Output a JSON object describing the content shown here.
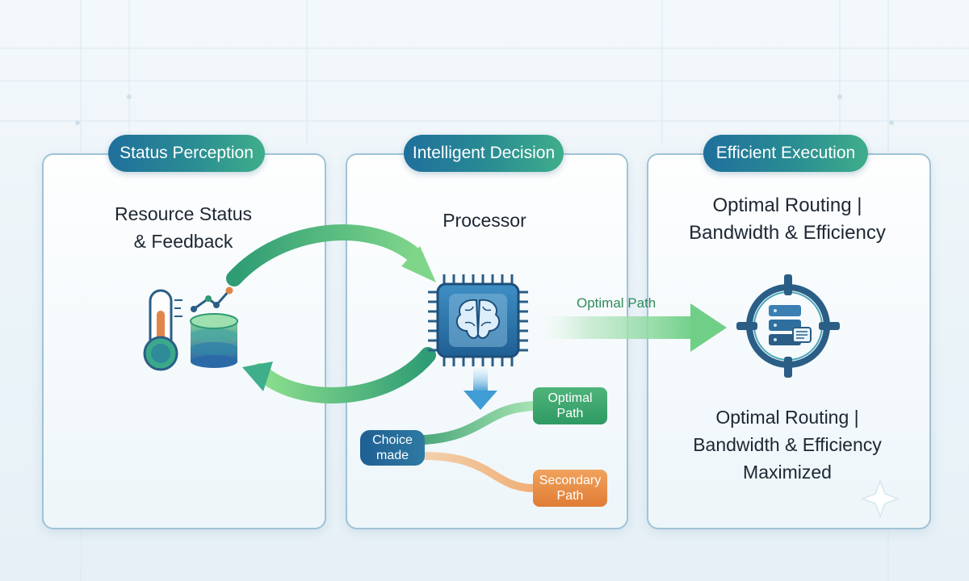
{
  "panels": [
    {
      "label": "Status Perception",
      "title_lines": [
        "Resource Status",
        "& Feedback"
      ]
    },
    {
      "label": "Intelligent Decision",
      "title": "Processor",
      "optimal_path_label": "Optimal Path",
      "choice_lines": [
        "Choice",
        "made"
      ],
      "optimal_chip_lines": [
        "Optimal",
        "Path"
      ],
      "secondary_chip_lines": [
        "Secondary",
        "Path"
      ]
    },
    {
      "label": "Efficient Execution",
      "title_lines": [
        "Optimal Routing |",
        "Bandwidth & Efficiency"
      ],
      "summary_lines": [
        "Optimal Routing |",
        "Bandwidth & Efficiency",
        "Maximized"
      ]
    }
  ],
  "icons": [
    "thermometer-icon",
    "line-chart-icon",
    "database-icon",
    "brain-chip-icon",
    "target-server-icon",
    "sparkle-icon"
  ],
  "colors": {
    "teal_blue": "#1f6f9c",
    "green": "#3fae8a",
    "orange": "#e07c35",
    "border": "#9fc3d6"
  }
}
